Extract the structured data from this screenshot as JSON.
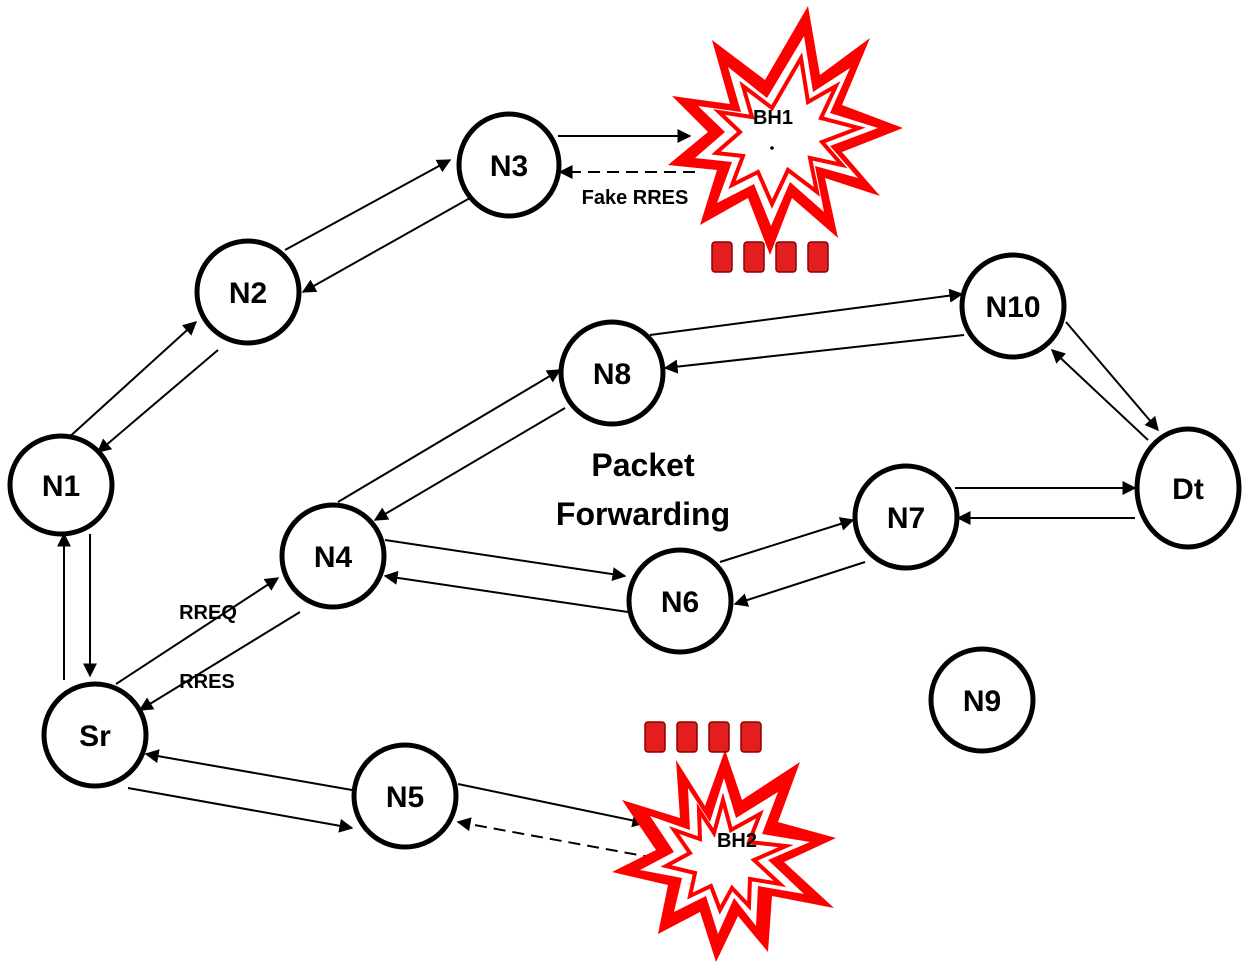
{
  "nodes": {
    "sr": "Sr",
    "n1": "N1",
    "n2": "N2",
    "n3": "N3",
    "n4": "N4",
    "n5": "N5",
    "n6": "N6",
    "n7": "N7",
    "n8": "N8",
    "n9": "N9",
    "n10": "N10",
    "dt": "Dt"
  },
  "blackholes": {
    "bh1": "BH1",
    "bh2": "BH2"
  },
  "labels": {
    "fake_rres": "Fake RRES",
    "rreq": "RREQ",
    "rres": "RRES",
    "packet": "Packet",
    "forwarding": "Forwarding"
  },
  "colors": {
    "attack": "#ff0000",
    "packet": "#e41e1e"
  }
}
